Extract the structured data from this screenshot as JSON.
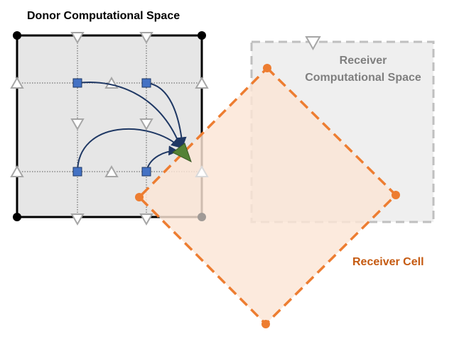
{
  "labels": {
    "donor_title": "Donor Computational Space",
    "receiver_title_line1": "Receiver",
    "receiver_title_line2": "Computational Space",
    "receiver_cell": "Receiver Cell"
  },
  "colors": {
    "donor_fill": "#e6e6e6",
    "donor_border": "#000000",
    "grid_line": "#555555",
    "receiver_space_fill": "#eeeeee",
    "receiver_space_border": "#bfbfbf",
    "receiver_cell_fill": "#fbe5d6",
    "receiver_cell_border": "#ed7d31",
    "square_marker": "#4472c4",
    "arrow_line": "#1f3864",
    "target_point": "#548235",
    "triangle_marker": "#a6a6a6",
    "receiver_cell_text": "#c55a11",
    "receiver_space_text": "#7f7f7f"
  },
  "icons": {
    "corner": "black-dot-icon",
    "face_marker_vertical": "down-triangle-icon",
    "face_marker_horizontal": "up-triangle-icon",
    "cell_center": "blue-square-icon",
    "interpolation_target": "green-triangle-icon"
  }
}
